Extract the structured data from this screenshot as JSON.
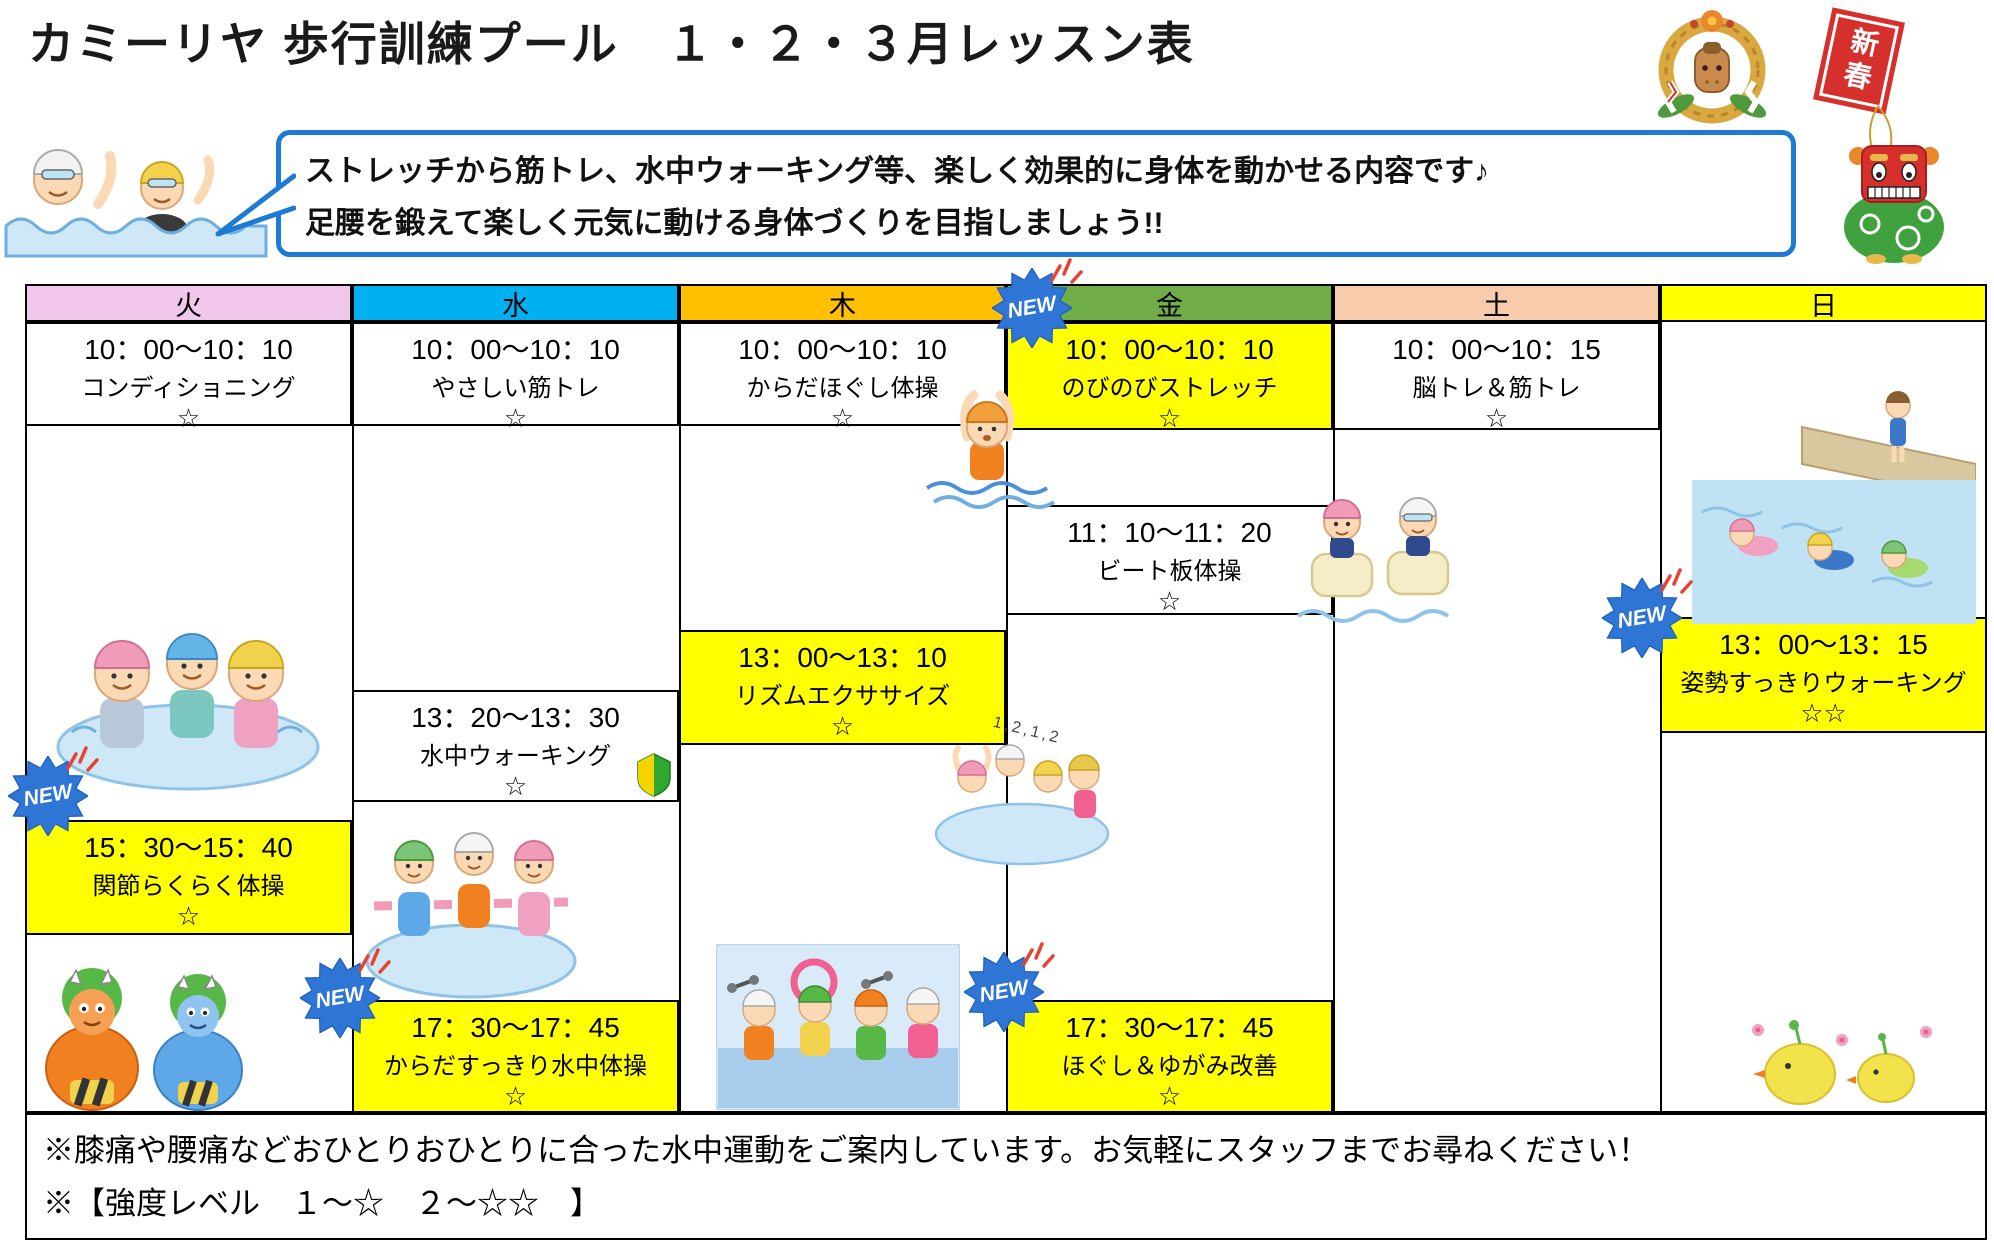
{
  "page": {
    "title": "カミーリヤ 歩行訓練プール　１・２・３月レッスン表",
    "intro": {
      "line1": "ストレッチから筋トレ、水中ウォーキング等、楽しく効果的に身体を動かせる内容です♪",
      "line2": "足腰を鍛えて楽しく元気に動ける身体づくりを目指しましょう!!"
    },
    "decorations": {
      "shinshun_label": "新春",
      "rhythm_count": "1,2,1,2"
    },
    "new_badge_label": "NEW",
    "notes": {
      "line1": "※膝痛や腰痛などおひとりおひとりに合った水中運動をご案内しています。お気軽にスタッフまでお尋ねください！",
      "line2": "※【強度レベル　１～☆　２～☆☆　】"
    }
  },
  "schedule": {
    "day_headers": [
      {
        "label": "火",
        "color": "#F2C7EC"
      },
      {
        "label": "水",
        "color": "#00B0F0"
      },
      {
        "label": "木",
        "color": "#FFC000"
      },
      {
        "label": "金",
        "color": "#70AD47"
      },
      {
        "label": "土",
        "color": "#F8CBAD"
      },
      {
        "label": "日",
        "color": "#FFFF00"
      }
    ],
    "highlight_color": "#FFFF00",
    "lessons": [
      {
        "day": "火",
        "time": "10：00～10：10",
        "name": "コンディショニング",
        "level": "☆",
        "bg": "#FFFFFF",
        "is_new": false
      },
      {
        "day": "水",
        "time": "10：00～10：10",
        "name": "やさしい筋トレ",
        "level": "☆",
        "bg": "#FFFFFF",
        "is_new": false
      },
      {
        "day": "木",
        "time": "10：00～10：10",
        "name": "からだほぐし体操",
        "level": "☆",
        "bg": "#FFFFFF",
        "is_new": false
      },
      {
        "day": "金",
        "time": "10：00～10：10",
        "name": "のびのびストレッチ",
        "level": "☆",
        "bg": "#FFFF00",
        "is_new": true
      },
      {
        "day": "土",
        "time": "10：00～10：15",
        "name": "脳トレ＆筋トレ",
        "level": "☆",
        "bg": "#FFFFFF",
        "is_new": false
      },
      {
        "day": "金",
        "time": "11：10～11：20",
        "name": "ビート板体操",
        "level": "☆",
        "bg": "#FFFFFF",
        "is_new": false
      },
      {
        "day": "木",
        "time": "13：00～13：10",
        "name": "リズムエクササイズ",
        "level": "☆",
        "bg": "#FFFF00",
        "is_new": false
      },
      {
        "day": "日",
        "time": "13：00～13：15",
        "name": "姿勢すっきりウォーキング",
        "level": "☆☆",
        "bg": "#FFFF00",
        "is_new": true
      },
      {
        "day": "水",
        "time": "13：20～13：30",
        "name": "水中ウォーキング",
        "level": "☆",
        "bg": "#FFFFFF",
        "is_new": false,
        "beginner_mark": true
      },
      {
        "day": "火",
        "time": "15：30～15：40",
        "name": "関節らくらく体操",
        "level": "☆",
        "bg": "#FFFF00",
        "is_new": true
      },
      {
        "day": "水",
        "time": "17：30～17：45",
        "name": "からだすっきり水中体操",
        "level": "☆",
        "bg": "#FFFF00",
        "is_new": true
      },
      {
        "day": "金",
        "time": "17：30～17：45",
        "name": "ほぐし＆ゆがみ改善",
        "level": "☆",
        "bg": "#FFFF00",
        "is_new": true
      }
    ]
  }
}
